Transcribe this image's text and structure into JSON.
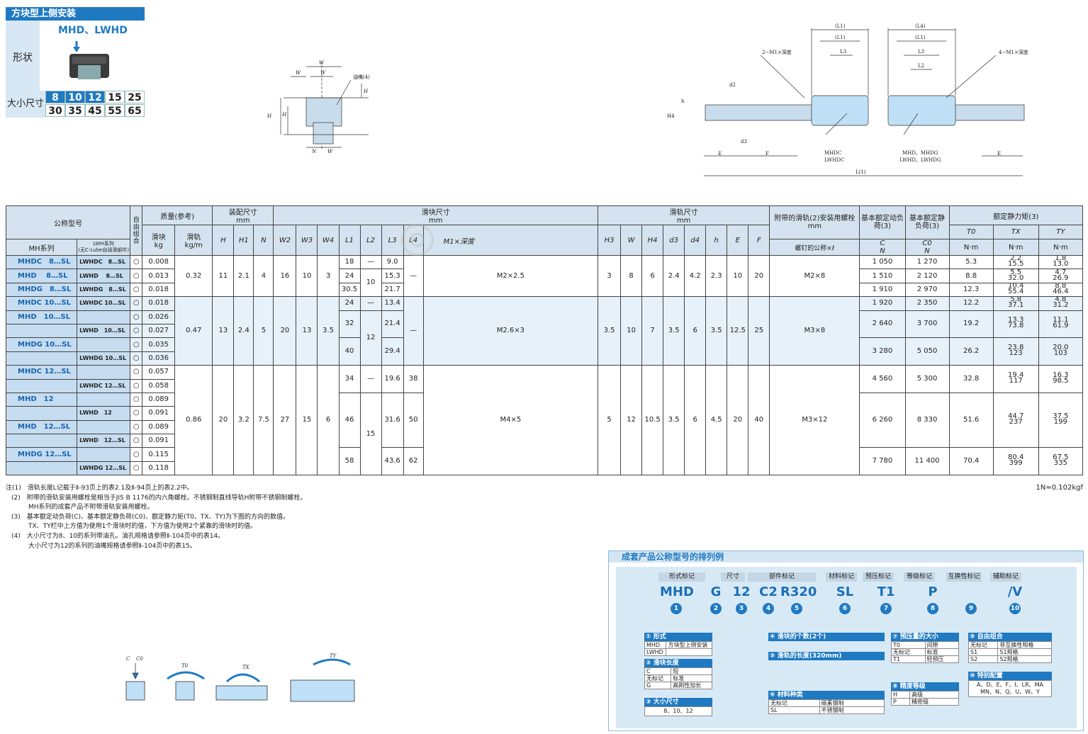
{
  "header": {
    "title": "方块型上侧安装",
    "model": "MHD、LWHD",
    "shape_label": "形状",
    "size_label": "大小尺寸",
    "sizes_row1": [
      "8",
      "10",
      "12",
      "15",
      "25"
    ],
    "sizes_row2": [
      "30",
      "35",
      "45",
      "55",
      "65"
    ],
    "highlighted_sizes": [
      "8",
      "10",
      "12"
    ]
  },
  "diagram": {
    "labels": [
      "W2",
      "W3",
      "W4",
      "H",
      "H1",
      "H3",
      "N",
      "W",
      "油嘴(4)",
      "2-M1×深度",
      "4-M1×深度",
      "(L1)",
      "(L3)",
      "L3",
      "L2",
      "(L4)",
      "d2",
      "d3",
      "h",
      "H4",
      "E",
      "F",
      "L(1)",
      "MHDC",
      "LWHDC",
      "MHD、MHDG",
      "LWHD、LWHDG"
    ]
  },
  "table": {
    "headers": {
      "nominal": "公称型号",
      "free": "自由组合",
      "mh": "MH系列",
      "lwh": "LWH系列",
      "lwh_sub": "(无C-Lube自润滑部件)",
      "mass": "质量(参考)",
      "block": "滑块",
      "rail": "滑轨",
      "kg": "kg",
      "kgm": "kg/m",
      "assembly": "装配尺寸",
      "mm": "mm",
      "block_dim": "滑块尺寸",
      "rail_dim": "滑轨尺寸",
      "bolt": "附带的滑轨(2)安装用螺栓",
      "bolt_sub": "螺钉的公称×ℓ",
      "C": "基本额定动负荷(3)",
      "C0": "基本额定静负荷(3)",
      "moment": "额定静力矩(3)",
      "N": "N",
      "Nm": "N·m",
      "cols": [
        "H",
        "H1",
        "N",
        "W2",
        "W3",
        "W4",
        "L1",
        "L2",
        "L3",
        "L4",
        "M1×深度",
        "H3",
        "W",
        "H4",
        "d3",
        "d4",
        "h",
        "E",
        "F",
        "C",
        "C0",
        "T0",
        "TX",
        "TY"
      ]
    },
    "rows": [
      {
        "mh": "MHDC　8…SL",
        "lwh": "LWHDC　8…SL",
        "free": "○",
        "mass": "0.008",
        "L1": "18",
        "L2": "—",
        "L3": "9.0",
        "C": "1 050",
        "C0": "1 270",
        "T0": "5.3",
        "TX": [
          "2.2",
          "15.5"
        ],
        "TY": [
          "1.8",
          "13.0"
        ]
      },
      {
        "mh": "MHD　 8…SL",
        "lwh": "LWHD　 8…SL",
        "free": "○",
        "mass": "0.013",
        "L1": "24",
        "L3": "15.3",
        "C": "1 510",
        "C0": "2 120",
        "T0": "8.8",
        "TX": [
          "5.5",
          "32.0"
        ],
        "TY": [
          "4.7",
          "26.9"
        ]
      },
      {
        "mh": "MHDG　8…SL",
        "lwh": "LWHDG　8…SL",
        "free": "○",
        "mass": "0.018",
        "L1": "30.5",
        "L3": "21.7",
        "C": "1 910",
        "C0": "2 970",
        "T0": "12.3",
        "TX": [
          "10.4",
          "55.4"
        ],
        "TY": [
          "8.8",
          "46.4"
        ]
      },
      {
        "mh": "MHDC 10…SL",
        "lwh": "LWHDC 10…SL",
        "free": "○",
        "mass": "0.018",
        "L1": "24",
        "L2": "—",
        "L3": "13.4",
        "C": "1 920",
        "C0": "2 350",
        "T0": "12.2",
        "TX": [
          "5.8",
          "37.1"
        ],
        "TY": [
          "4.8",
          "31.2"
        ]
      },
      {
        "mh": "MHD　10…SL",
        "lwh": "",
        "free": "○",
        "mass": "0.026"
      },
      {
        "mh": "",
        "lwh": "LWHD　10…SL",
        "free": "○",
        "mass": "0.027",
        "L1": "32",
        "L3": "21.4",
        "C": "2 640",
        "C0": "3 700",
        "T0": "19.2",
        "TX": [
          "13.3",
          "73.8"
        ],
        "TY": [
          "11.1",
          "61.9"
        ]
      },
      {
        "mh": "MHDG 10…SL",
        "lwh": "",
        "free": "○",
        "mass": "0.035"
      },
      {
        "mh": "",
        "lwh": "LWHDG 10…SL",
        "free": "○",
        "mass": "0.036",
        "L1": "40",
        "L3": "29.4",
        "C": "3 280",
        "C0": "5 050",
        "T0": "26.2",
        "TX": [
          "23.8",
          "123"
        ],
        "TY": [
          "20.0",
          "103"
        ]
      },
      {
        "mh": "MHDC 12…SL",
        "lwh": "",
        "free": "○",
        "mass": "0.057"
      },
      {
        "mh": "",
        "lwh": "LWHDC 12…SL",
        "free": "○",
        "mass": "0.058",
        "L1": "34",
        "L2": "—",
        "L3": "19.6",
        "L4": "38",
        "C": "4 560",
        "C0": "5 300",
        "T0": "32.8",
        "TX": [
          "19.4",
          "117"
        ],
        "TY": [
          "16.3",
          "98.5"
        ]
      },
      {
        "mh": "MHD　12",
        "lwh": "",
        "free": "○",
        "mass": "0.089"
      },
      {
        "mh": "",
        "lwh": "LWHD　12",
        "free": "○",
        "mass": "0.091"
      },
      {
        "mh": "MHD　12…SL",
        "lwh": "",
        "free": "○",
        "mass": "0.089",
        "L1": "46",
        "L3": "31.6",
        "L4": "50",
        "C": "6 260",
        "C0": "8 330",
        "T0": "51.6",
        "TX": [
          "44.7",
          "237"
        ],
        "TY": [
          "37.5",
          "199"
        ]
      },
      {
        "mh": "",
        "lwh": "LWHD　12…SL",
        "free": "○",
        "mass": "0.091"
      },
      {
        "mh": "MHDG 12…SL",
        "lwh": "",
        "free": "○",
        "mass": "0.115"
      },
      {
        "mh": "",
        "lwh": "LWHDG 12…SL",
        "free": "○",
        "mass": "0.118",
        "L1": "58",
        "L3": "43.6",
        "L4": "62",
        "C": "7 780",
        "C0": "11 400",
        "T0": "70.4",
        "TX": [
          "80.4",
          "399"
        ],
        "TY": [
          "67.5",
          "335"
        ]
      }
    ],
    "groups": [
      {
        "rail_mass": "0.32",
        "H": "11",
        "H1": "2.1",
        "N": "4",
        "W2": "16",
        "W3": "10",
        "W4": "3",
        "L2": "10",
        "M1": "M2×2.5",
        "L4": "—",
        "H3": "3",
        "W": "8",
        "H4": "6",
        "d3": "2.4",
        "d4": "4.2",
        "h": "2.3",
        "E": "10",
        "F": "20",
        "bolt": "M2×8"
      },
      {
        "rail_mass": "0.47",
        "H": "13",
        "H1": "2.4",
        "N": "5",
        "W2": "20",
        "W3": "13",
        "W4": "3.5",
        "L2": "12",
        "M1": "M2.6×3",
        "L4": "—",
        "H3": "3.5",
        "W": "10",
        "H4": "7",
        "d3": "3.5",
        "d4": "6",
        "h": "3.5",
        "E": "12.5",
        "F": "25",
        "bolt": "M3×8"
      },
      {
        "rail_mass": "0.86",
        "H": "20",
        "H1": "3.2",
        "N": "7.5",
        "W2": "27",
        "W3": "15",
        "W4": "6",
        "L2": "15",
        "M1": "M4×5",
        "H3": "5",
        "W": "12",
        "H4": "10.5",
        "d3": "3.5",
        "d4": "6",
        "h": "4.5",
        "E": "20",
        "F": "40",
        "bolt": "M3×12"
      }
    ]
  },
  "notes": [
    "注(1)　滑轨长度L记载于Ⅱ-93页上的表2.1及Ⅱ-94页上的表2.2中。",
    "(2)　附带的滑轨安装用螺栓是相当于JIS B 1176的内六角螺栓。不锈钢制直线导轨H附带不锈钢制螺栓。",
    "MH系列的成套产品不附带滑轨安装用螺栓。",
    "(3)　基本额定动负荷(C)、基本额定静负荷(C0)、额定静力矩(T0、TX、TY)为下图的方向的数值。",
    "TX、TY栏中上方值为使用1个滑块时的值，下方值为使用2个紧靠的滑块时的值。",
    "(4)　大小尺寸为8、10的系列带油孔。油孔规格请参照Ⅱ-104页中的表14。",
    "大小尺寸为12的系列的油嘴规格请参照Ⅱ-104页中的表15。"
  ],
  "unit_note": "1N≈0.102kgf",
  "moment_diagram": {
    "labels": [
      "C",
      "C0",
      "T0",
      "TX",
      "TY"
    ]
  },
  "model_code": {
    "title": "成套产品公称型号的排列例",
    "labels": [
      "形式标记",
      "尺寸",
      "部件标记",
      "材料标记",
      "预压标记",
      "等级标记",
      "互换性标记",
      "辅助标记"
    ],
    "codes": [
      "MHD",
      "G",
      "12",
      "C2",
      "R320",
      "SL",
      "T1",
      "P",
      "",
      "/V"
    ],
    "numbers": [
      "1",
      "2",
      "3",
      "4",
      "5",
      "6",
      "7",
      "8",
      "9",
      "10"
    ],
    "legend": {
      "l1": {
        "title": "① 形式",
        "rows": [
          [
            "MHD",
            "方块型上侧安装"
          ],
          [
            "LWHD",
            ""
          ]
        ]
      },
      "l2": {
        "title": "② 滑块长度",
        "rows": [
          [
            "C",
            "短"
          ],
          [
            "无标记",
            "标准"
          ],
          [
            "G",
            "高刚性加长"
          ]
        ]
      },
      "l3": {
        "title": "③ 大小尺寸",
        "value": "8、10、12"
      },
      "l4": {
        "title": "④ 滑块的个数(2个)"
      },
      "l5": {
        "title": "⑤ 滑轨的长度(320mm)"
      },
      "l6": {
        "title": "⑥ 材料种类",
        "rows": [
          [
            "无标记",
            "碳素钢制"
          ],
          [
            "SL",
            "不锈钢制"
          ]
        ]
      },
      "l7": {
        "title": "⑦ 预压量的大小",
        "rows": [
          [
            "T0",
            "间隙"
          ],
          [
            "无标记",
            "标准"
          ],
          [
            "T1",
            "轻预压"
          ]
        ]
      },
      "l8": {
        "title": "⑧ 精度等级",
        "rows": [
          [
            "H",
            "高级"
          ],
          [
            "P",
            "精密级"
          ]
        ]
      },
      "l9": {
        "title": "⑨ 自由组合",
        "rows": [
          [
            "无标记",
            "非互换性规格"
          ],
          [
            "S1",
            "S1规格"
          ],
          [
            "S2",
            "S2规格"
          ]
        ]
      },
      "l10": {
        "title": "⑩ 特别配置",
        "value": "A、D、E、F、I、LR、MA MN、N、Q、U、W、Y"
      }
    }
  }
}
